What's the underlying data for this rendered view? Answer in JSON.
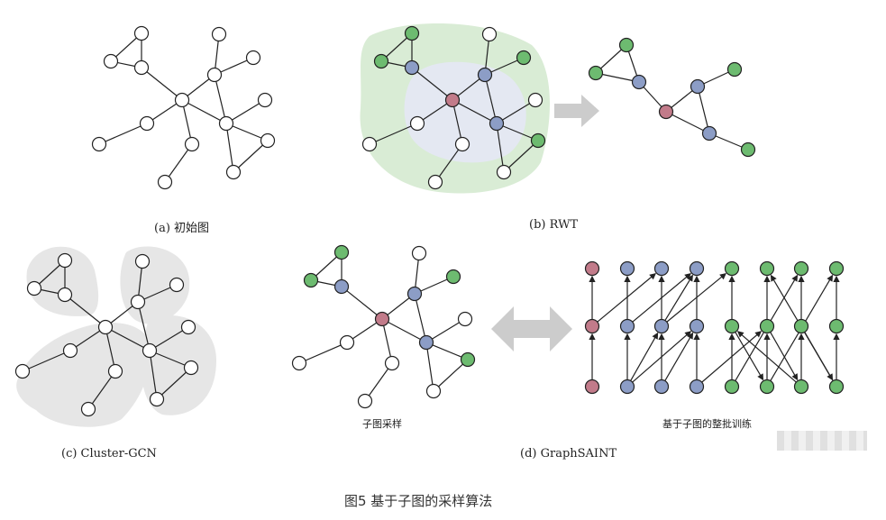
{
  "captions": {
    "a": "(a) 初始图",
    "b": "(b) RWT",
    "c": "(c) Cluster-GCN",
    "d": "(d) GraphSAINT"
  },
  "sublabels": {
    "sampling": "子图采样",
    "training": "基于子图的整批训练"
  },
  "figure_caption": "图5 基于子图的采样算法",
  "colors": {
    "white_node": "#ffffff",
    "green_node": "#6dbb70",
    "blue_node": "#8c9dc6",
    "red_node": "#c27b8a",
    "green_region": "#d9ecd5",
    "blue_region": "#e4e8f2",
    "cluster_region": "#e6e6e6",
    "arrow": "#cccccc",
    "edge": "#222222"
  }
}
